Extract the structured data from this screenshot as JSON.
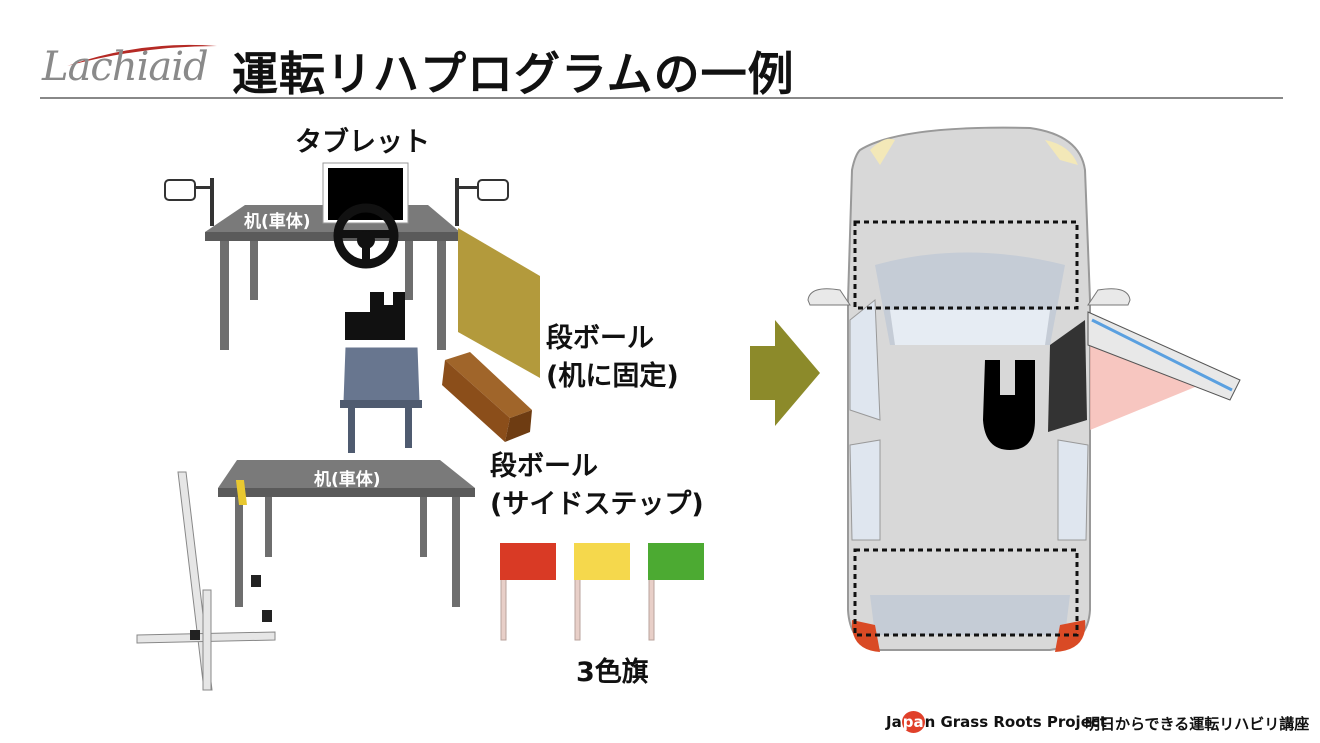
{
  "header": {
    "logo": "Lachiaid",
    "title": "運転リハプログラムの一例"
  },
  "labels": {
    "tablet": "タブレット",
    "desk_upper": "机(車体)",
    "desk_lower": "机(車体)",
    "cardboard_fixed_1": "段ボール",
    "cardboard_fixed_2": "(机に固定)",
    "cardboard_step_1": "段ボール",
    "cardboard_step_2": "(サイドステップ)",
    "flags": "3色旗"
  },
  "flags": [
    {
      "color": "#d93a25"
    },
    {
      "color": "#f5d84c"
    },
    {
      "color": "#4caa32"
    }
  ],
  "colors": {
    "arrow": "#8c8a2a",
    "cardboard_panel": "#b39a3c",
    "cardboard_box": "#8b4e1a",
    "chair": "#68768f",
    "desk": "#6e6e6e"
  },
  "footer": {
    "brand_prefix": "Ja",
    "brand_circle": "pa",
    "brand_suffix": "n Grass Roots Project",
    "course": "明日からできる運転リハビリ講座"
  }
}
